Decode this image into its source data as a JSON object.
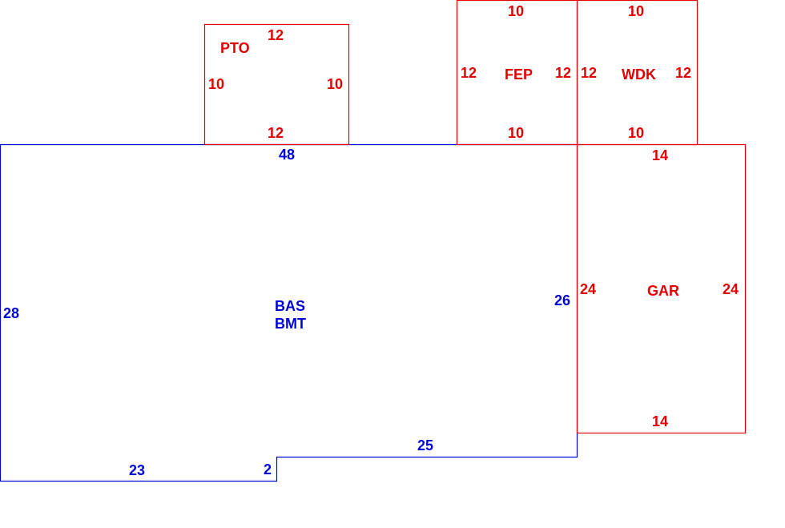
{
  "colors": {
    "addition": "#e00000",
    "main": "#0000d8"
  },
  "areas": {
    "pto": {
      "label": "PTO",
      "top": "12",
      "bottom": "12",
      "left": "10",
      "right": "10"
    },
    "fep": {
      "label": "FEP",
      "top": "10",
      "bottom": "10",
      "left": "12",
      "right": "12"
    },
    "wdk": {
      "label": "WDK",
      "top": "10",
      "bottom": "10",
      "left": "12",
      "right": "12"
    },
    "gar": {
      "label": "GAR",
      "top": "14",
      "bottom": "14",
      "left": "24",
      "right": "24"
    },
    "bas": {
      "label1": "BAS",
      "label2": "BMT",
      "top": "48",
      "left": "28",
      "right": "26",
      "bottom_right": "25",
      "step": "2",
      "bottom_left": "23"
    }
  }
}
